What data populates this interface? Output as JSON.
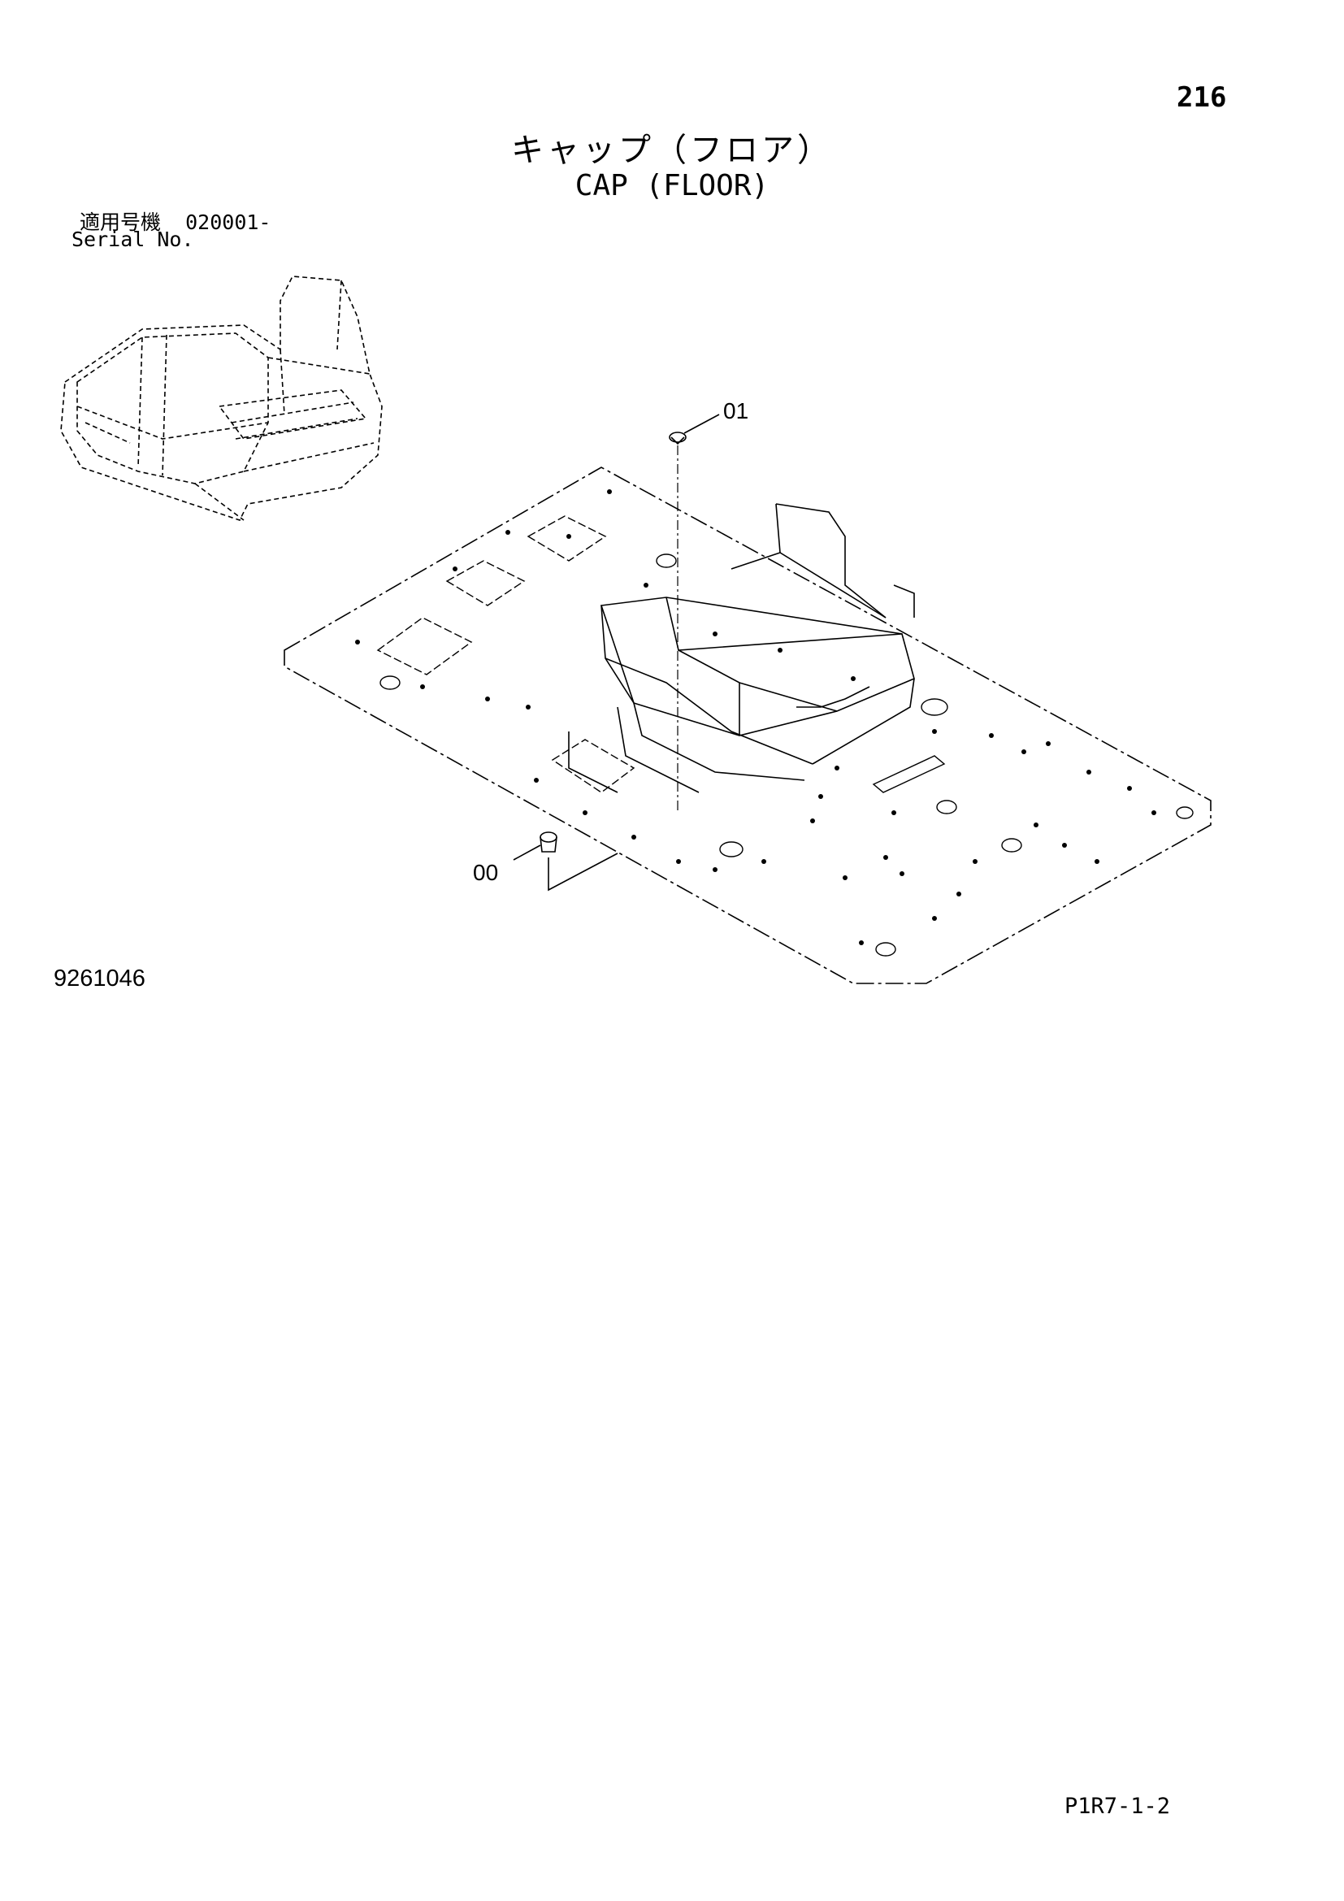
{
  "header": {
    "page_number": "216",
    "title_jp": "キャップ（フロア）",
    "title_en": "CAP (FLOOR)"
  },
  "serial": {
    "label_jp": "適用号機",
    "range": "020001-",
    "label_en": "Serial No."
  },
  "callouts": {
    "part_01": "01",
    "part_00": "00"
  },
  "figure_number": "9261046",
  "page_code": "P1R7-1-2"
}
